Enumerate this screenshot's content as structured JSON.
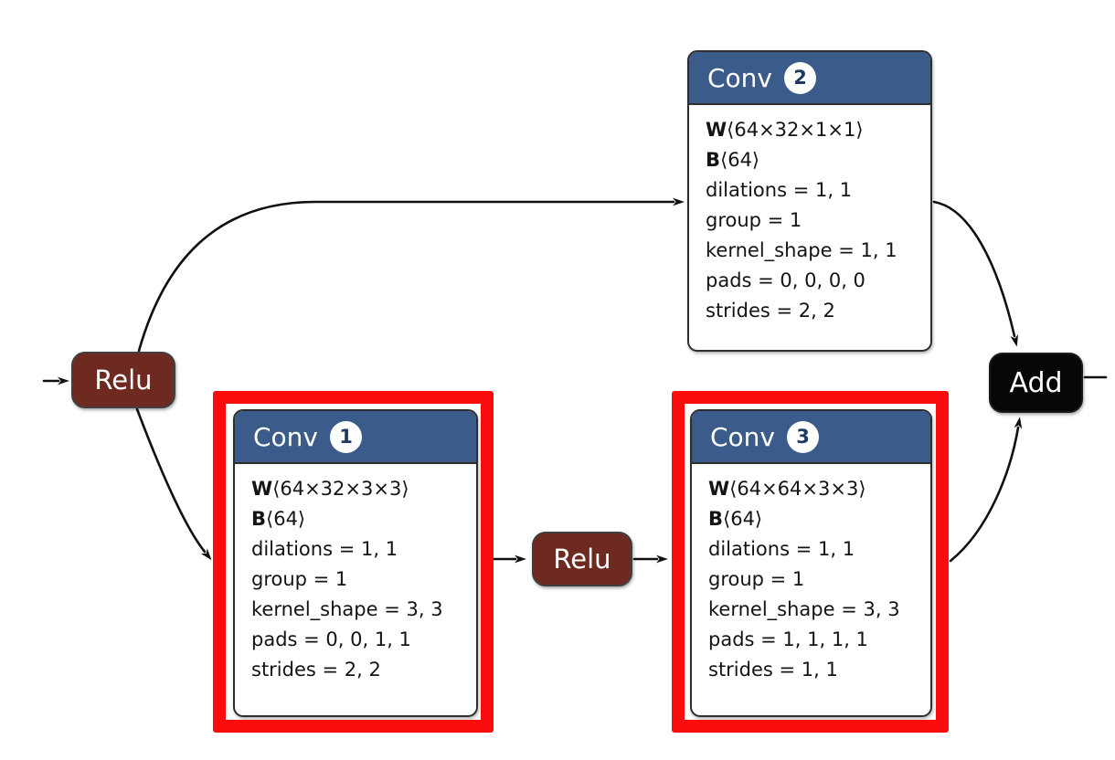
{
  "diagram": {
    "colors": {
      "header_blue": "#3b5c8a",
      "relu_maroon": "#6e2a20",
      "add_black": "#070707",
      "highlight_red": "#fa0d0d",
      "edge_black": "#101010",
      "badge_text_blue": "#1f3a63"
    },
    "nodes": {
      "relu_input": {
        "label": "Relu"
      },
      "relu_mid": {
        "label": "Relu"
      },
      "add": {
        "label": "Add"
      },
      "conv1": {
        "op": "Conv",
        "badge": "1",
        "w_label": "W",
        "w_shape": "⟨64×32×3×3⟩",
        "b_label": "B",
        "b_shape": "⟨64⟩",
        "params": [
          "dilations = 1, 1",
          "group = 1",
          "kernel_shape = 3, 3",
          "pads = 0, 0, 1, 1",
          "strides = 2, 2"
        ]
      },
      "conv2": {
        "op": "Conv",
        "badge": "2",
        "w_label": "W",
        "w_shape": "⟨64×32×1×1⟩",
        "b_label": "B",
        "b_shape": "⟨64⟩",
        "params": [
          "dilations = 1, 1",
          "group = 1",
          "kernel_shape = 1, 1",
          "pads = 0, 0, 0, 0",
          "strides = 2, 2"
        ]
      },
      "conv3": {
        "op": "Conv",
        "badge": "3",
        "w_label": "W",
        "w_shape": "⟨64×64×3×3⟩",
        "b_label": "B",
        "b_shape": "⟨64⟩",
        "params": [
          "dilations = 1, 1",
          "group = 1",
          "kernel_shape = 3, 3",
          "pads = 1, 1, 1, 1",
          "strides = 1, 1"
        ]
      }
    }
  }
}
